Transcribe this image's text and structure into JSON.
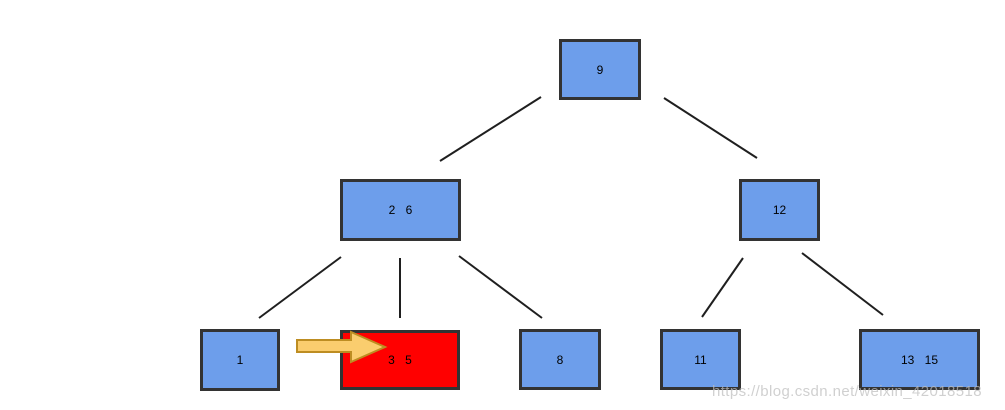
{
  "tree": {
    "nodes": {
      "root": {
        "label": "9"
      },
      "internal_left": {
        "label": "2 6"
      },
      "internal_right": {
        "label": "12"
      },
      "leaf_1": {
        "label": "1"
      },
      "leaf_3_5": {
        "label": "3 5",
        "highlighted": true
      },
      "leaf_8": {
        "label": "8"
      },
      "leaf_11": {
        "label": "11"
      },
      "leaf_13_15": {
        "label": "13 15"
      }
    },
    "edges": [
      {
        "from": "root",
        "to": "internal_left"
      },
      {
        "from": "root",
        "to": "internal_right"
      },
      {
        "from": "internal_left",
        "to": "leaf_1"
      },
      {
        "from": "internal_left",
        "to": "leaf_3_5"
      },
      {
        "from": "internal_left",
        "to": "leaf_8"
      },
      {
        "from": "internal_right",
        "to": "leaf_11"
      },
      {
        "from": "internal_right",
        "to": "leaf_13_15"
      }
    ]
  },
  "icons": {
    "highlight_arrow": "right-arrow-icon"
  },
  "palette": {
    "node_fill": "#6D9EEB",
    "node_border": "#333333",
    "highlight_fill": "#FF0000",
    "arrow_fill": "#FACD6E",
    "arrow_outline": "#BD8D22",
    "edge_color": "#1F1F1F",
    "watermark_color": "#BEBEBE"
  },
  "watermark": {
    "text": "https://blog.csdn.net/weixin_42018518"
  }
}
